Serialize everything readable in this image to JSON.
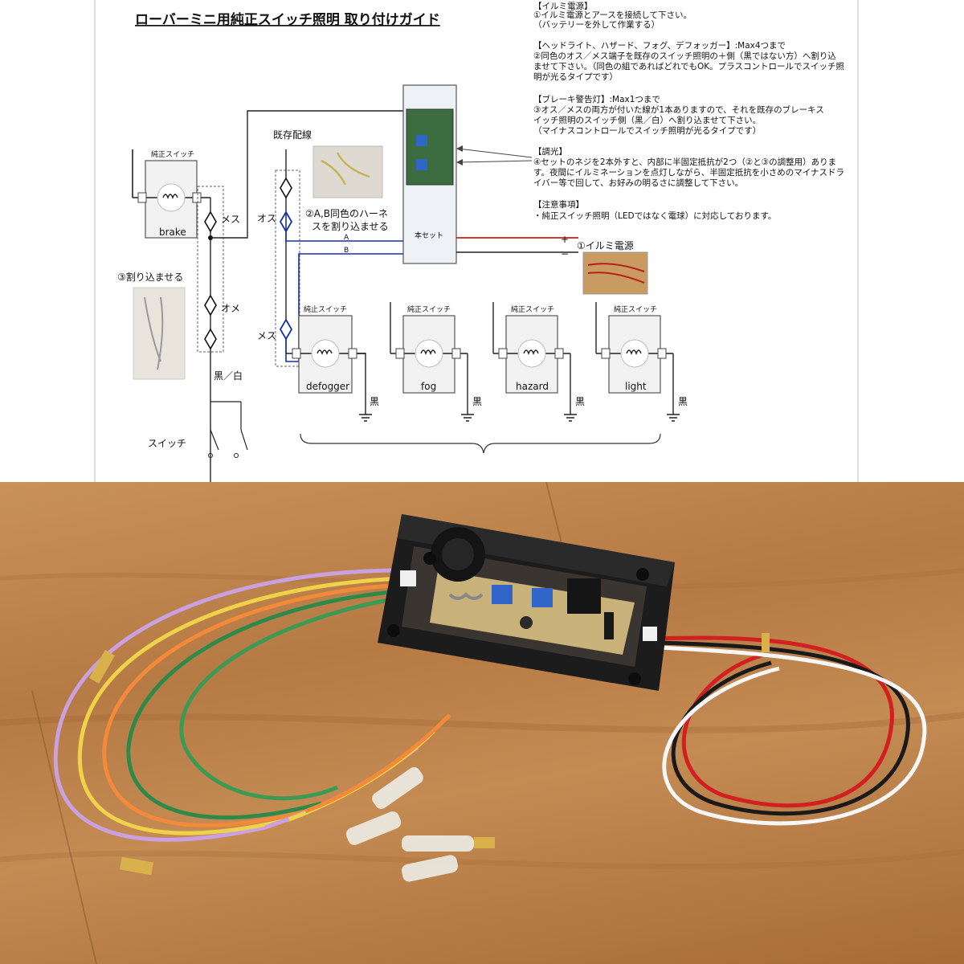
{
  "doc": {
    "title": "ローバーミニ用純正スイッチ照明 取り付けガイド",
    "notes": [
      "【イルミ電源】",
      "①イルミ電源とアースを接続して下さい。",
      "（バッテリーを外して作業する）",
      "",
      "【ヘッドライト、ハザード、フォグ、デフォッガー】:Max4つまで",
      "②同色のオス／メス端子を既存のスイッチ照明の＋側（黒ではない方）へ割り込",
      "ませて下さい。（同色の組であればどれでもOK。プラスコントロールでスイッチ照",
      "明が光るタイプです）",
      "",
      "【ブレーキ警告灯】:Max1つまで",
      "③オス／メスの両方が付いた線が1本ありますので、それを既存のブレーキス",
      "イッチ照明のスイッチ側（黒／白）へ割り込ませて下さい。",
      "（マイナスコントロールでスイッチ照明が光るタイプです）",
      "",
      "【調光】",
      "④セットのネジを2本外すと、内部に半固定抵抗が2つ（②と③の調整用）ありま",
      "す。夜間にイルミネーションを点灯しながら、半固定抵抗を小さめのマイナスドラ",
      "イバー等で回して、お好みの明るさに調整して下さい。",
      "",
      "【注意事項】",
      "・純正スイッチ照明（LEDではなく電球）に対応しております。"
    ]
  },
  "diagram": {
    "genuine_switch_label": "純正スイッチ",
    "brake_label": "brake",
    "existing_wiring": "既存配線",
    "female": "メス",
    "male": "オス",
    "male_alt": "オメ",
    "harness_note_1": "②A,B同色のハーネ",
    "harness_note_2": "スを割り込ませる",
    "insert_note": "③割り込ませる",
    "main_unit": "本セット",
    "wire_a": "A",
    "wire_b": "B",
    "plus": "+",
    "minus": "−",
    "illumi_power": "①イルミ電源",
    "black_white": "黒／白",
    "switch_word": "スイッチ",
    "black": "黒",
    "switch_small": "純正スイッチ",
    "switch_small_alt": "純止スイッチ",
    "switches": [
      "defogger",
      "fog",
      "hazard",
      "light"
    ],
    "ground_sym": "⏚"
  }
}
